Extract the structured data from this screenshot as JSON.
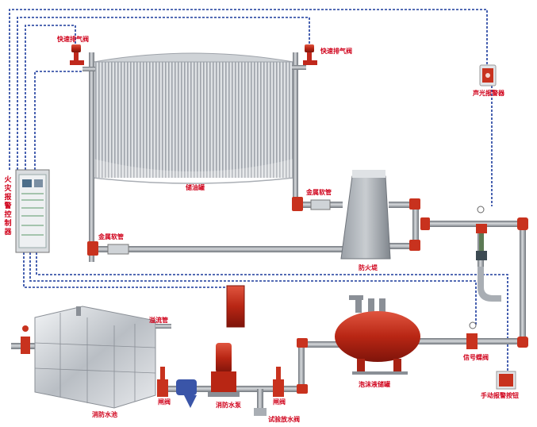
{
  "labels": {
    "vent_valve_left": "快速排气阀",
    "vent_valve_right": "快速排气阀",
    "sound_light_alarm": "声光报警器",
    "oil_tank": "储油罐",
    "fire_control_panel": "火灾报警控制器",
    "metal_hose_right": "金属软管",
    "metal_hose_left": "金属软管",
    "fire_barrier": "防火堤",
    "overflow_pipe": "溢流管",
    "foam_tank": "泡沫液储罐",
    "signal_butterfly_valve": "信号蝶阀",
    "water_tank": "消防水池",
    "gate_valve_1": "闸阀",
    "fire_pump": "消防水泵",
    "gate_valve_2": "闸阀",
    "test_drain_valve": "试验放水阀",
    "manual_alarm_button": "手动报警按钮"
  },
  "colors": {
    "label_text": "#d0021b",
    "signal_line": "#1a3a9c",
    "pipe_gray": "#8a8f96",
    "pipe_red": "#c8321e",
    "foam_tank_red": "#c0281c"
  }
}
